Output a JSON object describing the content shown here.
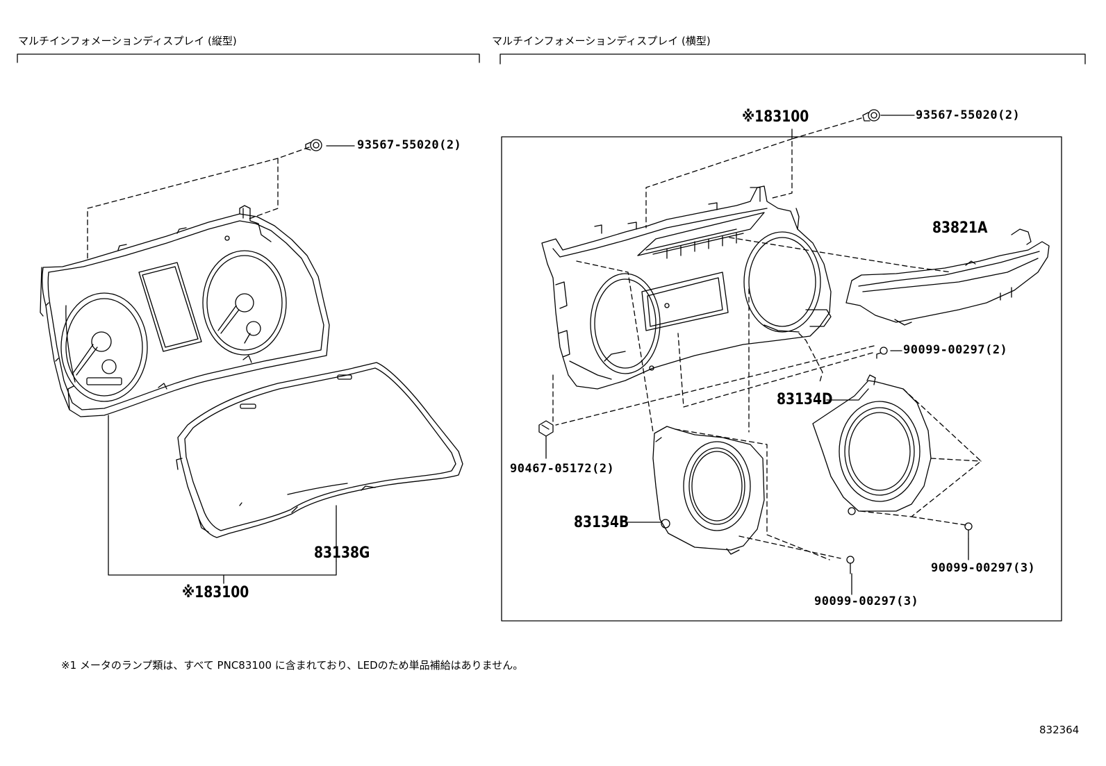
{
  "headings": {
    "vertical": "マルチインフォメーションディスプレイ (縦型)",
    "horizontal": "マルチインフォメーションディスプレイ (横型)"
  },
  "left": {
    "bolt": "93567-55020(2)",
    "lens": "83138G",
    "assembly": "※183100"
  },
  "right": {
    "assembly": "※183100",
    "bolt": "93567-55020(2)",
    "trim": "83821A",
    "screw_upper": "90099-00297(2)",
    "clip": "90467-05172(2)",
    "ring_right": "83134D",
    "ring_left": "83134B",
    "screw_right": "90099-00297(3)",
    "screw_bottom": "90099-00297(3)"
  },
  "footnote": "※1 メータのランプ類は、すべて PNC83100 に含まれており、LEDのため単品補給はありません。",
  "ref_number": "832364"
}
